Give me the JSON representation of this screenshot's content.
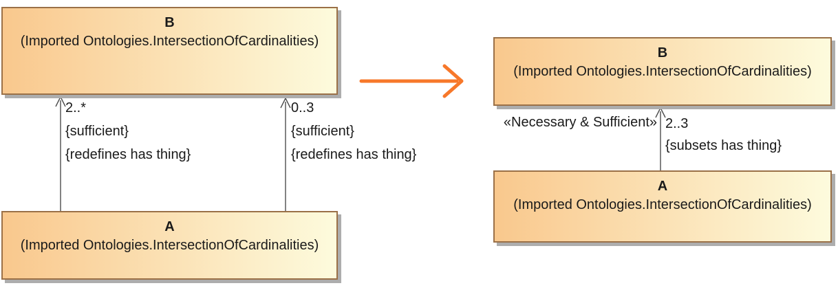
{
  "colors": {
    "box_gradient_start": "#f9c88d",
    "box_gradient_end": "#fdfbdd",
    "box_border": "#9a7047",
    "box_shadow": "#adadad",
    "connector": "#4d4d4d",
    "transform_arrow": "#f7782a",
    "text": "#1a1a1a"
  },
  "left_diagram": {
    "class_b": {
      "name": "B",
      "qualifier": "(Imported Ontologies.IntersectionOfCardinalities)"
    },
    "class_a": {
      "name": "A",
      "qualifier": "(Imported Ontologies.IntersectionOfCardinalities)"
    },
    "association_left": {
      "multiplicity": "2..*",
      "constraint_1": "{sufficient}",
      "constraint_2": "{redefines has thing}"
    },
    "association_right": {
      "multiplicity": "0..3",
      "constraint_1": "{sufficient}",
      "constraint_2": "{redefines has thing}"
    }
  },
  "right_diagram": {
    "class_b": {
      "name": "B",
      "qualifier": "(Imported Ontologies.IntersectionOfCardinalities)"
    },
    "class_a": {
      "name": "A",
      "qualifier": "(Imported Ontologies.IntersectionOfCardinalities)"
    },
    "association": {
      "stereotype": "«Necessary & Sufficient»",
      "multiplicity": "2..3",
      "constraint_1": "{subsets has thing}"
    }
  }
}
